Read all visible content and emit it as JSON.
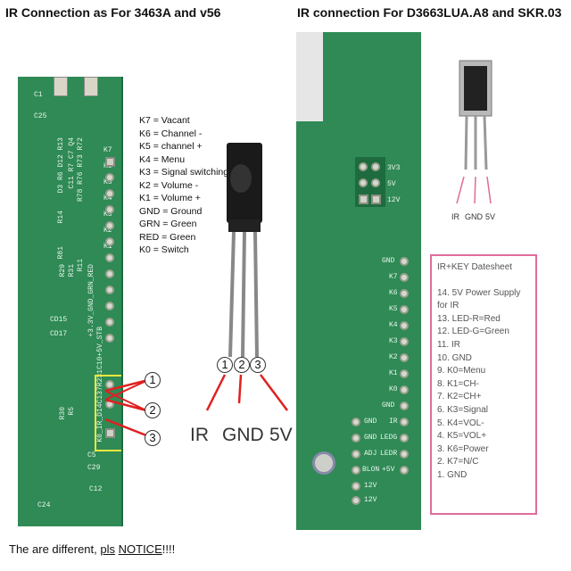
{
  "titles": {
    "left": "IR Connection as For 3463A and v56",
    "right": "IR connection For D3663LUA.A8 and SKR.03"
  },
  "mapping": [
    "K7 = Vacant",
    "K6 = Channel -",
    "K5 = channel +",
    "K4 = Menu",
    "K3 = Signal switching",
    "K2 = Volume -",
    "K1 = Volume +",
    "GND = Ground",
    "GRN = Green",
    "RED = Green",
    "K0 = Switch"
  ],
  "sensor_labels": {
    "pin1": "1",
    "pin2": "2",
    "pin3": "3",
    "ir": "IR",
    "gnd": "GND",
    "v5": "5V"
  },
  "board_callouts": {
    "c1": "1",
    "c2": "2",
    "c3": "3"
  },
  "small_sensor": {
    "ir": "IR",
    "gnd": "GND",
    "v5": "5V"
  },
  "datasheet": {
    "title": "IR+KEY Datesheet",
    "items": [
      "14. 5V Power Supply for IR",
      "13. LED-R=Red",
      "12. LED-G=Green",
      "11. IR",
      "10. GND",
      "9. K0=Menu",
      "8. K1=CH-",
      "7. K2=CH+",
      "6. K3=Signal",
      "5. K4=VOL-",
      "4. K5=VOL+",
      "3. K6=Power",
      "2. K7=N/C",
      "1. GND"
    ]
  },
  "left_pcb_silk": {
    "c1": "C1",
    "c25": "C25",
    "rowA": "D3 R6 D12 R13",
    "rowB": "C11 R7 C7 Q4",
    "r14": "R14",
    "r81": "R81",
    "res": "R78 R76 R73 R72",
    "r11": "R11",
    "r31": "R31",
    "r29": "R29",
    "cd15": "CD15",
    "cd17": "CD17",
    "r5": "R5",
    "r30": "R30",
    "c5": "C5",
    "c29": "C29",
    "c12": "C12",
    "c24": "C24",
    "pins": "+3.3V_GND_GRN_RED",
    "pins2": "K0_IR_D14C137R231C10+5V_STB",
    "k7": "K7",
    "k6": "K6",
    "k5": "K5",
    "k4": "K4",
    "k3": "K3",
    "k2": "K2",
    "k1": "K1"
  },
  "right_pcb_silk": {
    "v33": "3V3",
    "v5": "5V",
    "v12": "12V",
    "gnd": "GND",
    "k7": "K7",
    "k6": "K6",
    "k5": "K5",
    "k4": "K4",
    "k3": "K3",
    "k2": "K2",
    "k1": "K1",
    "k0": "K0",
    "gnd2": "GND",
    "ir": "IR",
    "ledg": "LEDG",
    "ledr": "LEDR",
    "v5b": "+5V",
    "gnd3": "GND",
    "gnd4": "GND",
    "adj": "ADJ",
    "blon": "BLON",
    "v12b": "12V",
    "v12c": "12V"
  },
  "notice": {
    "prefix": "The are different, ",
    "pls": "pls",
    "space": " ",
    "word": "NOTICE",
    "suffix": "!!!!"
  }
}
